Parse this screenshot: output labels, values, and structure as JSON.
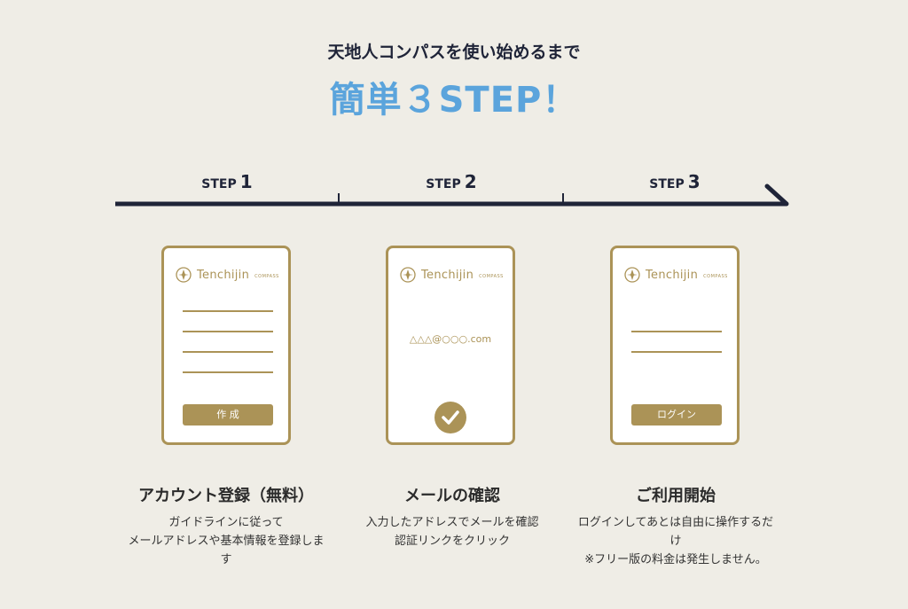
{
  "header": {
    "subtitle": "天地人コンパスを使い始めるまで",
    "headline": "簡単３STEP！"
  },
  "colors": {
    "accent_blue": "#5ba4dc",
    "gold": "#ab9357",
    "navy": "#1f2438",
    "background": "#efede6"
  },
  "steps": [
    {
      "word": "STEP",
      "num": "1",
      "card": {
        "logo_word": "Tenchijin",
        "logo_sub": "COMPASS",
        "button_label": "作 成"
      },
      "title": "アカウント登録（無料）",
      "lines": [
        "ガイドラインに従って",
        "メールアドレスや基本情報を登録しま",
        "す"
      ]
    },
    {
      "word": "STEP",
      "num": "2",
      "card": {
        "logo_word": "Tenchijin",
        "logo_sub": "COMPASS",
        "email_text": "△△△@○○○.com",
        "icon": "check-circle-icon"
      },
      "title": "メールの確認",
      "lines": [
        "入力したアドレスでメールを確認",
        "認証リンクをクリック"
      ]
    },
    {
      "word": "STEP",
      "num": "3",
      "card": {
        "logo_word": "Tenchijin",
        "logo_sub": "COMPASS",
        "button_label": "ログイン"
      },
      "title": "ご利用開始",
      "lines": [
        "ログインしてあとは自由に操作するだ",
        "け",
        "※フリー版の料金は発生しません。"
      ]
    }
  ]
}
